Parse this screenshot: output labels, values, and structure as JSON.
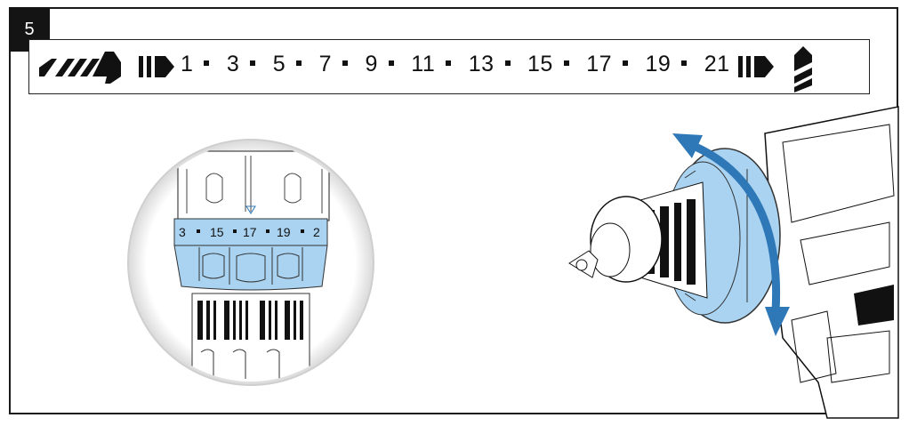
{
  "step": {
    "number": "5"
  },
  "setting_bar": {
    "left_icon": "drill-bit-icon",
    "right_icon": "screwdriver-bit-icon",
    "positions": [
      "1",
      "3",
      "5",
      "7",
      "9",
      "11",
      "13",
      "15",
      "17",
      "19",
      "21"
    ]
  },
  "zoom_view": {
    "ring_labels": [
      "3",
      "15",
      "17",
      "19",
      "2"
    ]
  },
  "colors": {
    "highlight_blue": "#a9d3f1",
    "arrow_blue": "#2f78b8",
    "ink": "#111111"
  }
}
